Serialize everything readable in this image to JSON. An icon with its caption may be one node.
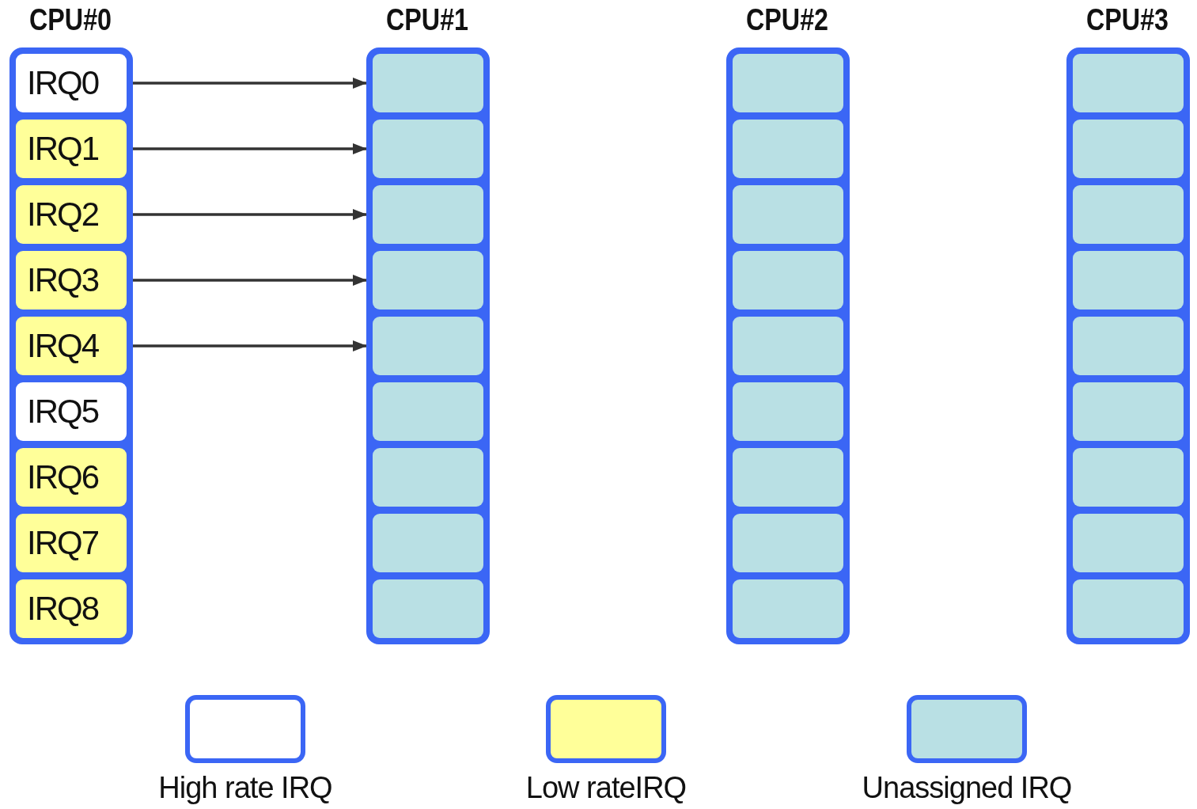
{
  "diagram": {
    "nodes": [
      {
        "text": [
          "CPU#0"
        ]
      },
      {
        "text": [
          "IRQ0"
        ],
        "in": 0
      },
      {
        "text": [
          "IRQ1"
        ],
        "in": 0
      },
      {
        "text": [
          "IRQ2"
        ],
        "in": 0
      },
      {
        "text": [
          "IRQ3"
        ],
        "in": 0
      },
      {
        "text": [
          "IRQ4"
        ],
        "in": 0
      },
      {
        "text": [
          "IRQ5"
        ],
        "in": 0
      },
      {
        "text": [
          "IRQ6"
        ],
        "in": 0
      },
      {
        "text": [
          "IRQ7"
        ],
        "in": 0
      },
      {
        "text": [
          "IRQ8"
        ],
        "in": 0
      },
      {
        "text": [
          "CPU#1"
        ]
      },
      {
        "text": [],
        "shape": "box",
        "in": 10
      },
      {
        "text": [],
        "shape": "box",
        "in": 10
      },
      {
        "text": [],
        "shape": "box",
        "in": 10
      },
      {
        "text": [],
        "shape": "box",
        "in": 10
      },
      {
        "text": [],
        "shape": "box",
        "in": 10
      },
      {
        "text": [],
        "shape": "box",
        "in": 10
      },
      {
        "text": [],
        "shape": "box",
        "in": 10
      },
      {
        "text": [],
        "shape": "box",
        "in": 10
      },
      {
        "text": [],
        "shape": "box",
        "in": 10
      },
      {
        "text": [
          "CPU#2"
        ]
      },
      {
        "text": [],
        "shape": "box",
        "in": 20
      },
      {
        "text": [],
        "shape": "box",
        "in": 20
      },
      {
        "text": [],
        "shape": "box",
        "in": 20
      },
      {
        "text": [],
        "shape": "box",
        "in": 20
      },
      {
        "text": [],
        "shape": "box",
        "in": 20
      },
      {
        "text": [],
        "shape": "box",
        "in": 20
      },
      {
        "text": [],
        "shape": "box",
        "in": 20
      },
      {
        "text": [],
        "shape": "box",
        "in": 20
      },
      {
        "text": [],
        "shape": "box",
        "in": 20
      },
      {
        "text": [
          "CPU#3"
        ]
      },
      {
        "text": [],
        "shape": "box",
        "in": 30
      },
      {
        "text": [],
        "shape": "box",
        "in": 30
      },
      {
        "text": [],
        "shape": "box",
        "in": 30
      },
      {
        "text": [],
        "shape": "box",
        "in": 30
      },
      {
        "text": [],
        "shape": "box",
        "in": 30
      },
      {
        "text": [],
        "shape": "box",
        "in": 30
      },
      {
        "text": [],
        "shape": "box",
        "in": 30
      },
      {
        "text": [],
        "shape": "box",
        "in": 30
      },
      {
        "text": [],
        "shape": "box",
        "in": 30
      }
    ],
    "edges": [
      {
        "from": 1,
        "to": 11,
        "arrow": "to"
      },
      {
        "from": 2,
        "to": 12,
        "arrow": "to"
      },
      {
        "from": 3,
        "to": 13,
        "arrow": "to"
      },
      {
        "from": 4,
        "to": 14,
        "arrow": "to"
      },
      {
        "from": 5,
        "to": 15,
        "arrow": "to"
      }
    ],
    "legend": [
      {
        "text": "High rate IRQ",
        "color": "#ffffff"
      },
      {
        "text": "Low rateIRQ",
        "color": "#ffff99"
      },
      {
        "text": "Unassigned IRQ",
        "color": "#b9e0e4"
      }
    ]
  }
}
